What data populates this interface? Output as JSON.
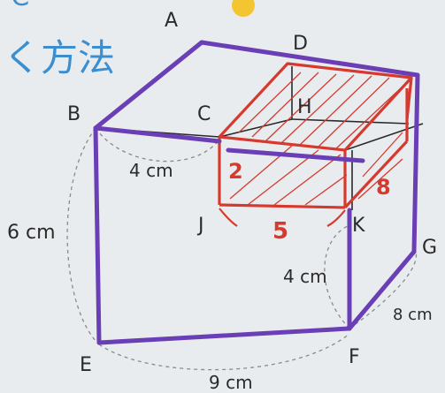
{
  "heading": {
    "text": "く方法"
  },
  "points": {
    "A": "A",
    "B": "B",
    "C": "C",
    "D": "D",
    "H": "H",
    "J": "J",
    "K": "K",
    "E": "E",
    "F": "F",
    "G": "G"
  },
  "measures": {
    "bc": "4 cm",
    "be": "6 cm",
    "ef": "9 cm",
    "kf": "4 cm",
    "fg": "8 cm"
  },
  "red_marks": {
    "cj": "2",
    "jk": "5",
    "depth": "8"
  },
  "colors": {
    "paper": "#e9ecef",
    "purple": "#6a3fb5",
    "red": "#d63a2e",
    "ink": "#2a2a2a",
    "blue": "#3b8fd0",
    "pin": "#f3c531"
  }
}
